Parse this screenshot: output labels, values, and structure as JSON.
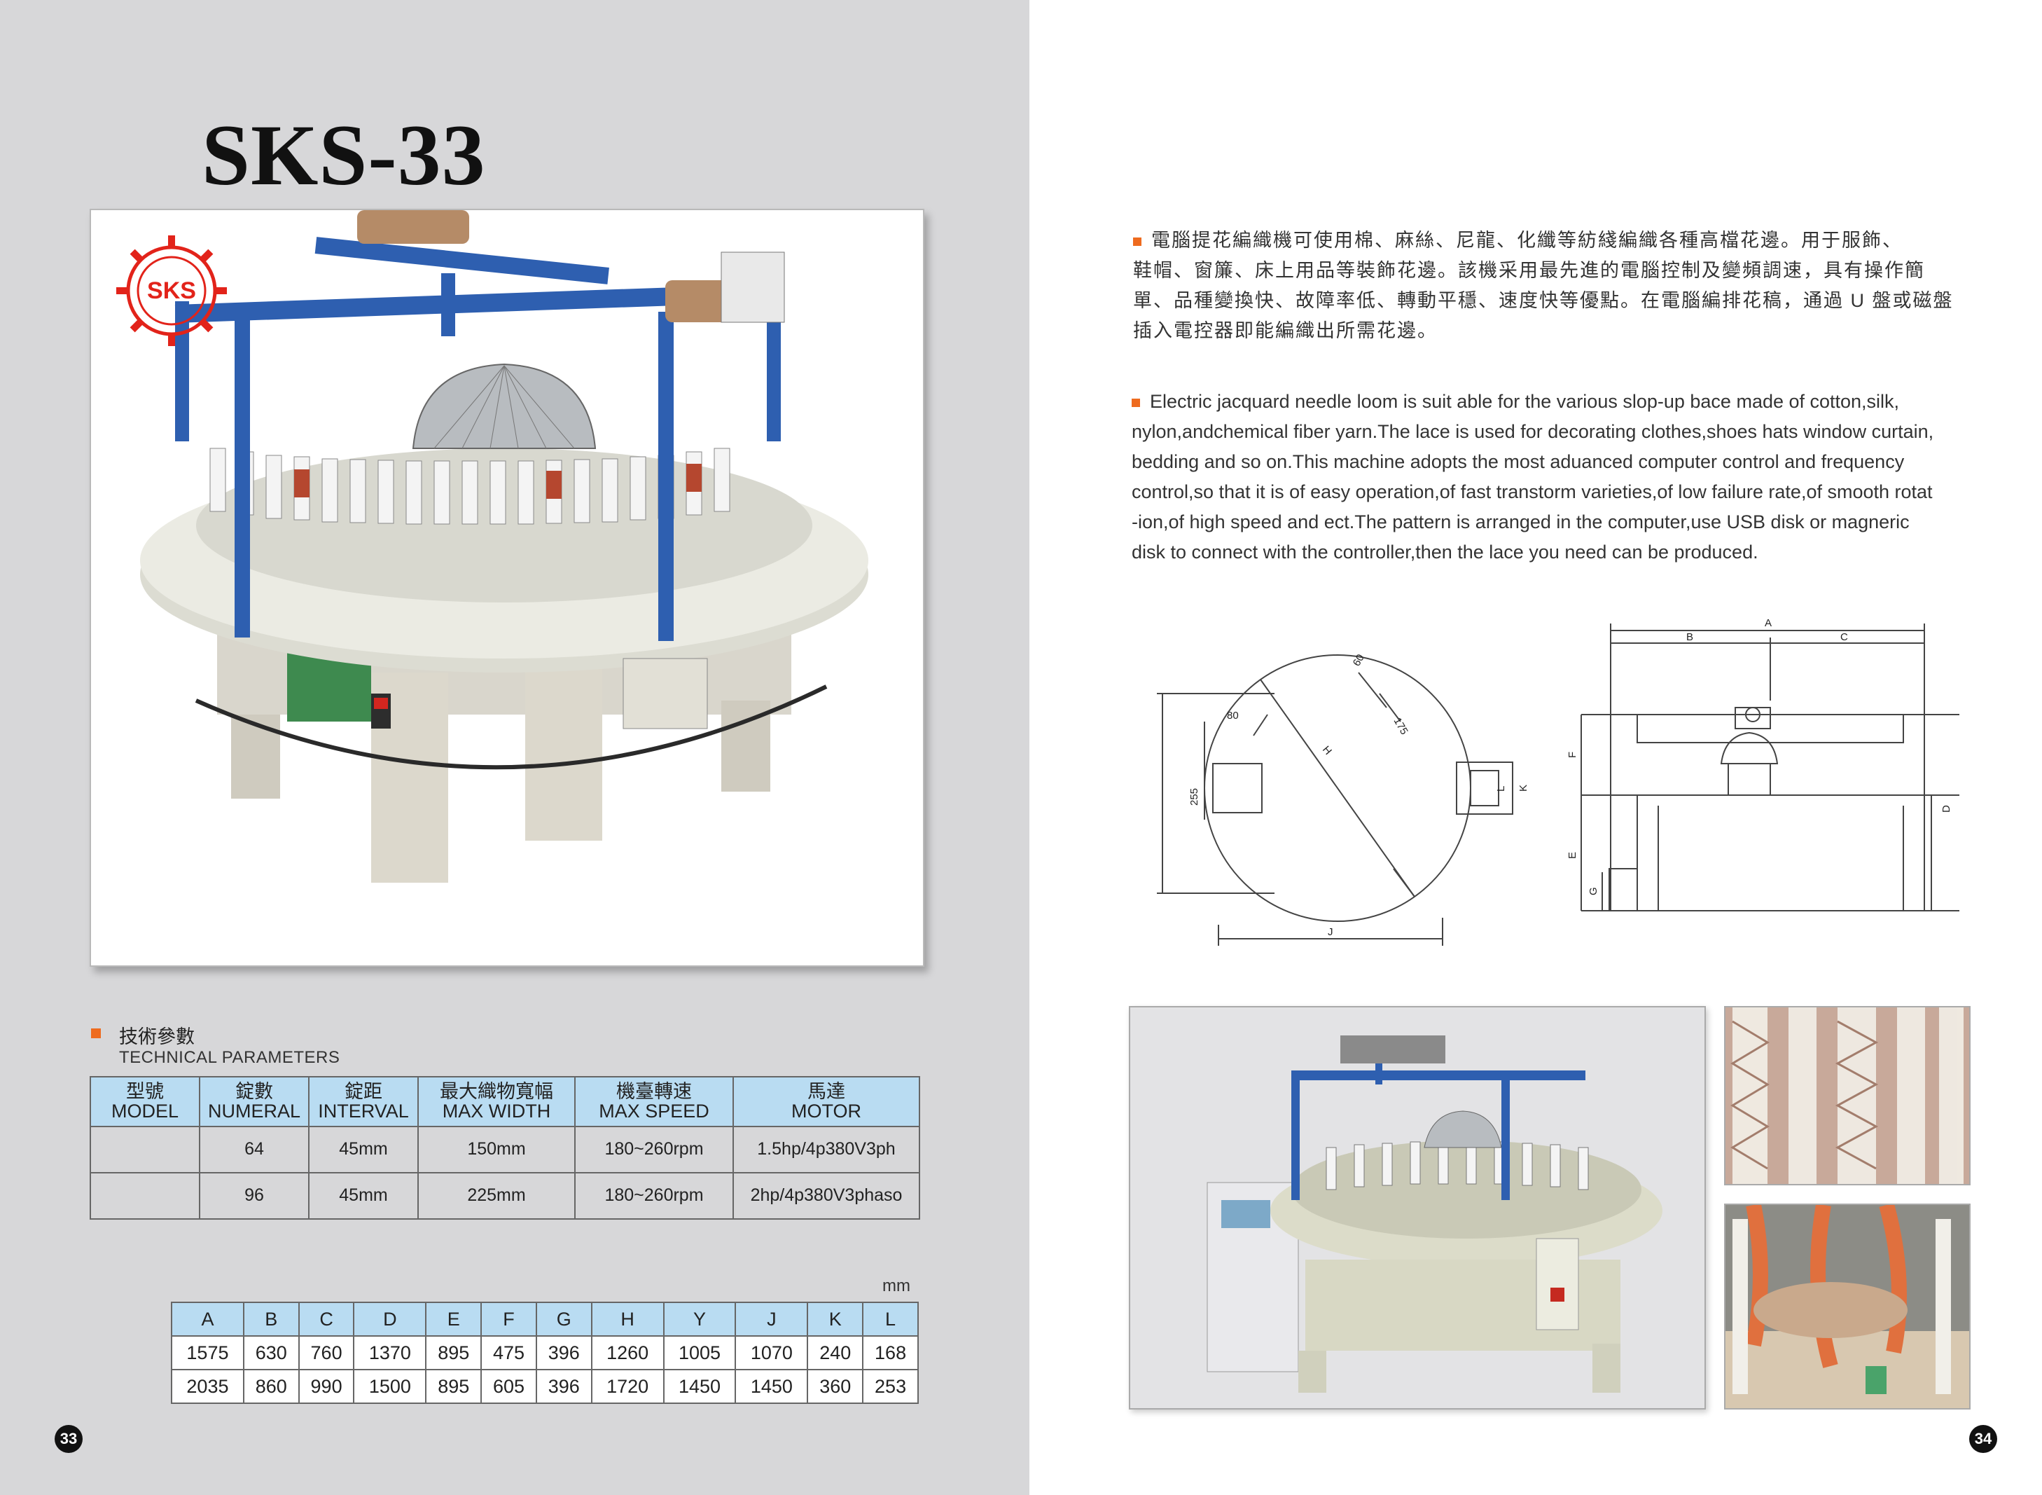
{
  "title": "SKS-33",
  "logo_text": "SKS",
  "tech": {
    "heading_zh": "技術參數",
    "heading_en": "TECHNICAL PARAMETERS",
    "columns": [
      {
        "zh": "型號",
        "en": "MODEL"
      },
      {
        "zh": "錠數",
        "en": "NUMERAL"
      },
      {
        "zh": "錠距",
        "en": "INTERVAL"
      },
      {
        "zh": "最大織物寬幅",
        "en": "MAX WIDTH"
      },
      {
        "zh": "機臺轉速",
        "en": "MAX SPEED"
      },
      {
        "zh": "馬達",
        "en": "MOTOR"
      }
    ],
    "rows": [
      [
        "",
        "64",
        "45mm",
        "150mm",
        "180~260rpm",
        "1.5hp/4p380V3ph"
      ],
      [
        "",
        "96",
        "45mm",
        "225mm",
        "180~260rpm",
        "2hp/4p380V3phaso"
      ]
    ]
  },
  "dims": {
    "unit": "mm",
    "headers": [
      "A",
      "B",
      "C",
      "D",
      "E",
      "F",
      "G",
      "H",
      "Y",
      "J",
      "K",
      "L"
    ],
    "rows": [
      [
        "1575",
        "630",
        "760",
        "1370",
        "895",
        "475",
        "396",
        "1260",
        "1005",
        "1070",
        "240",
        "168"
      ],
      [
        "2035",
        "860",
        "990",
        "1500",
        "895",
        "605",
        "396",
        "1720",
        "1450",
        "1450",
        "360",
        "253"
      ]
    ]
  },
  "description": {
    "zh_lines": [
      "電腦提花編織機可使用棉、麻絲、尼龍、化纖等紡綫編織各種高檔花邊。用于服飾、",
      "鞋帽、窗簾、床上用品等裝飾花邊。該機采用最先進的電腦控制及變頻調速，具有操作簡",
      "單、品種變換快、故障率低、轉動平穩、速度快等優點。在電腦編排花稿，通過 U 盤或磁盤",
      "插入電控器即能編織出所需花邊。"
    ],
    "en_lines": [
      "Electric jacquard needle loom is suit able for the various slop-up bace made of cotton,silk,",
      "nylon,andchemical fiber yarn.The lace is used for decorating clothes,shoes hats window curtain,",
      "bedding and so on.This machine adopts the most aduanced computer control and frequency",
      "control,so that it is of easy operation,of fast transtorm varieties,of low failure rate,of smooth rotat",
      "-ion,of high speed and ect.The pattern is arranged in the computer,use USB disk or magneric",
      "disk to connect with the controller,then the lace you need can be produced."
    ]
  },
  "drawing_labels": {
    "left": [
      "60",
      "80",
      "175",
      "H",
      "255",
      "L",
      "K",
      "J"
    ],
    "right": [
      "A",
      "B",
      "C",
      "F",
      "D",
      "E",
      "G"
    ]
  },
  "page_numbers": {
    "left": "33",
    "right": "34"
  },
  "colors": {
    "accent": "#ee6b1f",
    "header_fill": "#b9dcf2",
    "logo_red": "#e2231a",
    "frame_blue": "#2e5fb0"
  }
}
